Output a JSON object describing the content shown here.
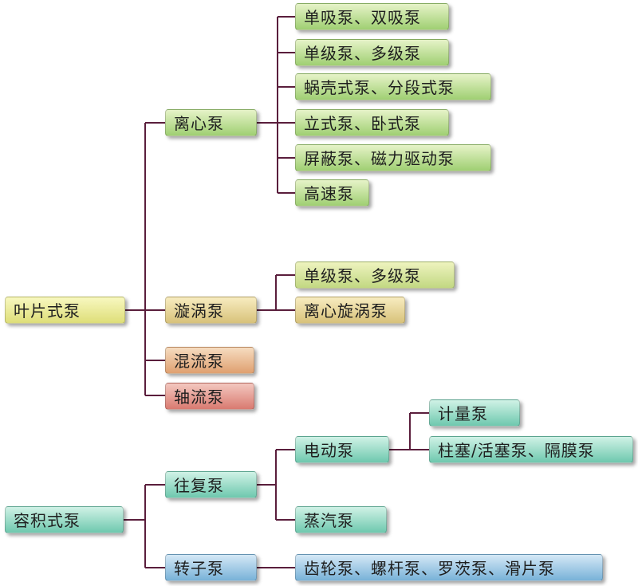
{
  "roots": {
    "vane": "叶片式泵",
    "positive": "容积式泵"
  },
  "vane": {
    "centrifugal": {
      "label": "离心泵",
      "children": [
        "单吸泵、双吸泵",
        "单级泵、多级泵",
        "蜗壳式泵、分段式泵",
        "立式泵、卧式泵",
        "屏蔽泵、磁力驱动泵",
        "高速泵"
      ]
    },
    "vortex": {
      "label": "漩涡泵",
      "children": [
        "单级泵、多级泵",
        "离心旋涡泵"
      ]
    },
    "mixed_flow": {
      "label": "混流泵"
    },
    "axial_flow": {
      "label": "轴流泵"
    }
  },
  "positive": {
    "reciprocating": {
      "label": "往复泵",
      "electric": {
        "label": "电动泵",
        "children": [
          "计量泵",
          "柱塞/活塞泵、隔膜泵"
        ]
      },
      "steam": {
        "label": "蒸汽泵"
      }
    },
    "rotor": {
      "label": "转子泵",
      "children": [
        "齿轮泵、螺杆泵、罗茨泵、滑片泵"
      ]
    }
  },
  "colors": {
    "connector": "#5a1e3c"
  }
}
